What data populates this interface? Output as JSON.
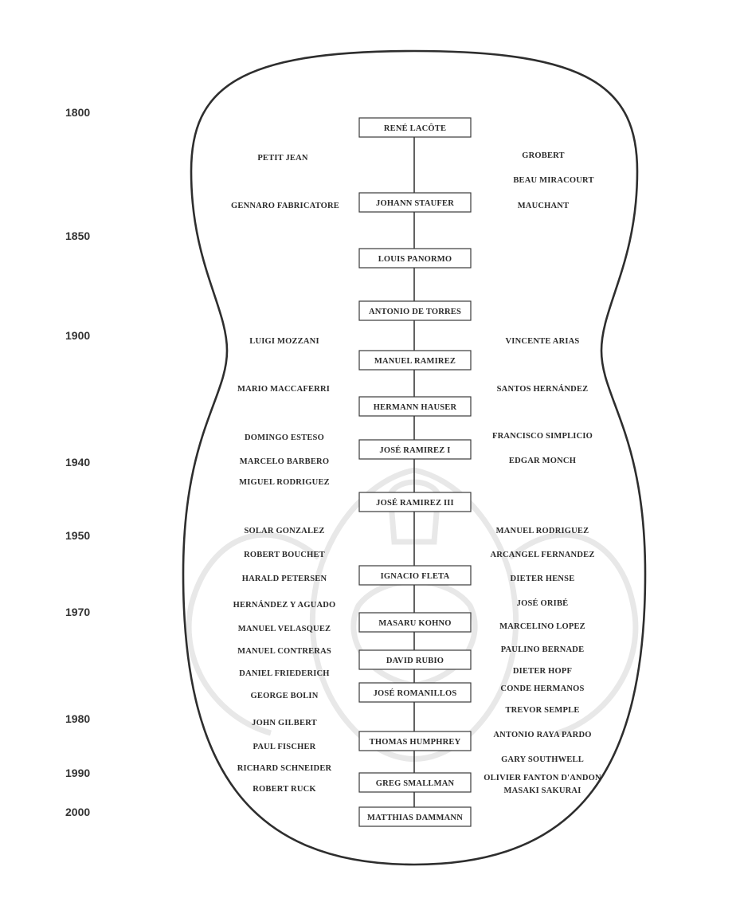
{
  "years": [
    "1800",
    "1850",
    "1900",
    "1940",
    "1950",
    "1970",
    "1980",
    "1990",
    "2000"
  ],
  "center": [
    "RENÉ LACÔTE",
    "JOHANN STAUFER",
    "LOUIS PANORMO",
    "ANTONIO DE TORRES",
    "MANUEL RAMIREZ",
    "HERMANN HAUSER",
    "JOSÉ RAMIREZ I",
    "JOSÉ RAMIREZ III",
    "IGNACIO FLETA",
    "MASARU KOHNO",
    "DAVID RUBIO",
    "JOSÉ ROMANILLOS",
    "THOMAS HUMPHREY",
    "GREG SMALLMAN",
    "MATTHIAS DAMMANN"
  ],
  "left": [
    "PETIT JEAN",
    "GENNARO FABRICATORE",
    "LUIGI MOZZANI",
    "MARIO MACCAFERRI",
    "DOMINGO ESTESO",
    "MARCELO BARBERO",
    "MIGUEL RODRIGUEZ",
    "SOLAR GONZALEZ",
    "ROBERT BOUCHET",
    "HARALD PETERSEN",
    "HERNÁNDEZ Y AGUADO",
    "MANUEL VELASQUEZ",
    "MANUEL CONTRERAS",
    "DANIEL FRIEDERICH",
    "GEORGE BOLIN",
    "JOHN GILBERT",
    "PAUL FISCHER",
    "RICHARD SCHNEIDER",
    "ROBERT RUCK"
  ],
  "right": [
    "GROBERT",
    "BEAU MIRACOURT",
    "MAUCHANT",
    "VINCENTE ARIAS",
    "SANTOS HERNÁNDEZ",
    "FRANCISCO SIMPLICIO",
    "EDGAR MONCH",
    "MANUEL RODRIGUEZ",
    "ARCANGEL FERNANDEZ",
    "DIETER HENSE",
    "JOSÉ ORIBÉ",
    "MARCELINO LOPEZ",
    "PAULINO BERNADE",
    "DIETER HOPF",
    "CONDE HERMANOS",
    "TREVOR SEMPLE",
    "ANTONIO RAYA PARDO",
    "GARY SOUTHWELL",
    "OLIVIER FANTON D'ANDON",
    "MASAKI SAKURAI"
  ]
}
